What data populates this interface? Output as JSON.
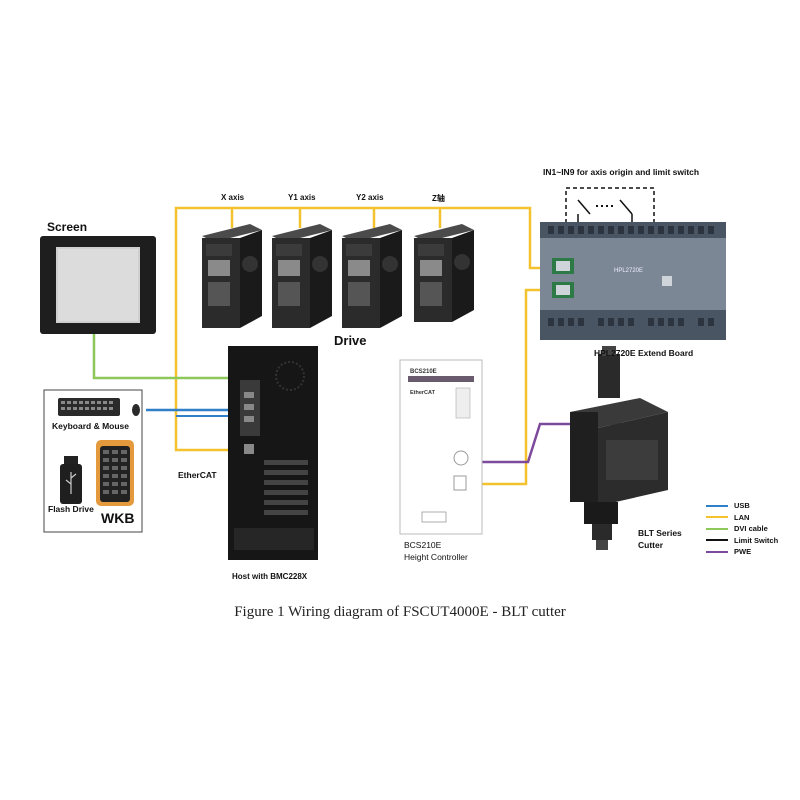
{
  "diagram": {
    "labels": {
      "screen": "Screen",
      "x_axis": "X axis",
      "y1_axis": "Y1 axis",
      "y2_axis": "Y2 axis",
      "z_axis": "Z轴",
      "drive": "Drive",
      "io_note": "IN1~IN9 for axis origin and limit switch",
      "extend_board": "HPL2720E Extend Board",
      "board_model": "HPL2720E",
      "keyboard_mouse": "Keyboard & Mouse",
      "flash_drive": "Flash Drive",
      "wkb": "WKB",
      "ethercat": "EtherCAT",
      "host": "Host with BMC228X",
      "bcs_model": "BCS210E",
      "bcs_ethercat": "EtherCAT",
      "height_controller_line1": "BCS210E",
      "height_controller_line2": "Height Controller",
      "cutter_line1": "BLT Series",
      "cutter_line2": "Cutter"
    },
    "legend": [
      {
        "label": "USB",
        "color": "#2f7fc9"
      },
      {
        "label": "LAN",
        "color": "#f3c22e"
      },
      {
        "label": "DVI cable",
        "color": "#8cc85a"
      },
      {
        "label": "Limit Switch",
        "color": "#111111"
      },
      {
        "label": "PWE",
        "color": "#7d4a9b"
      }
    ],
    "caption": "Figure 1 Wiring diagram of FSCUT4000E - BLT cutter"
  }
}
